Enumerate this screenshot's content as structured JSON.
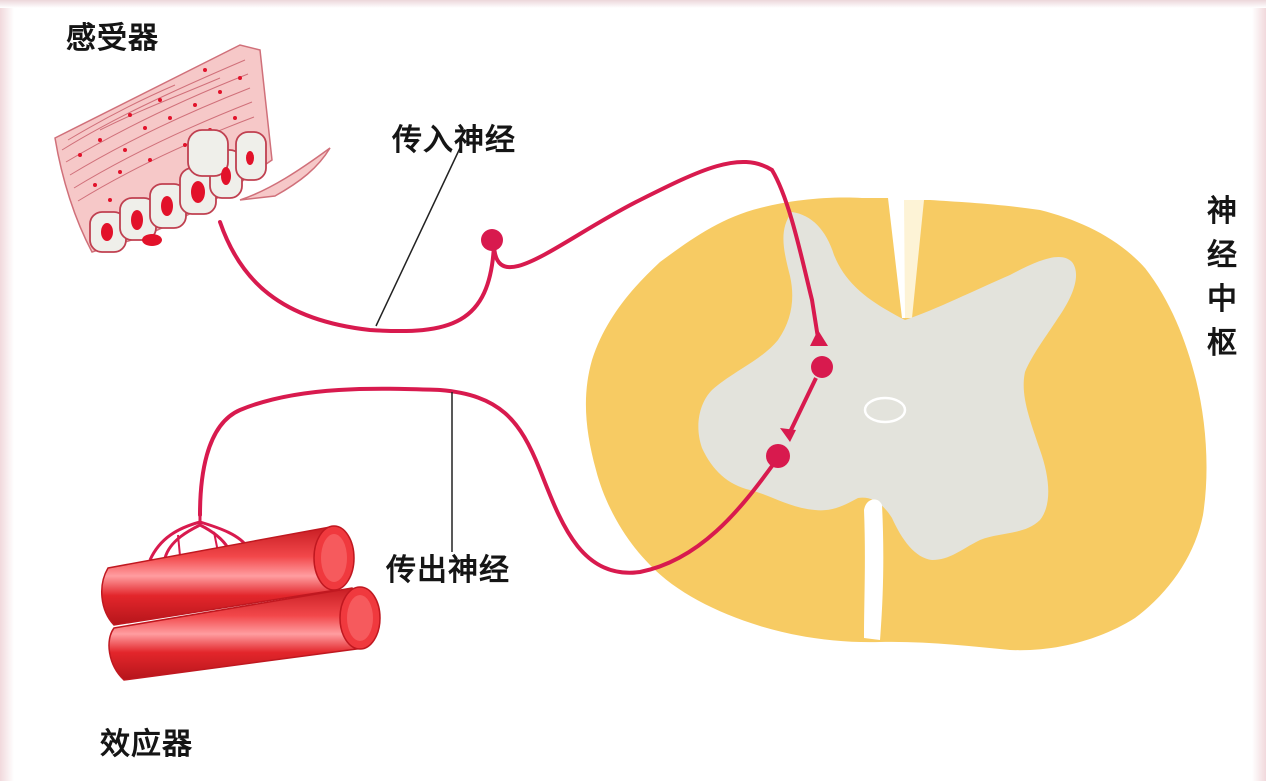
{
  "labels": {
    "receptor": "感受器",
    "afferent_nerve": "传入神经",
    "center": "神经中枢",
    "efferent_nerve": "传出神经",
    "effector": "效应器"
  },
  "colors": {
    "nerve": "#d81a4e",
    "white_matter": "#f7cb63",
    "gray_matter": "#e3e3dc",
    "muscle": "#e3262b",
    "tissue": "#f6c8c8",
    "cell": "#efefea",
    "nucleus": "#e2122a"
  }
}
